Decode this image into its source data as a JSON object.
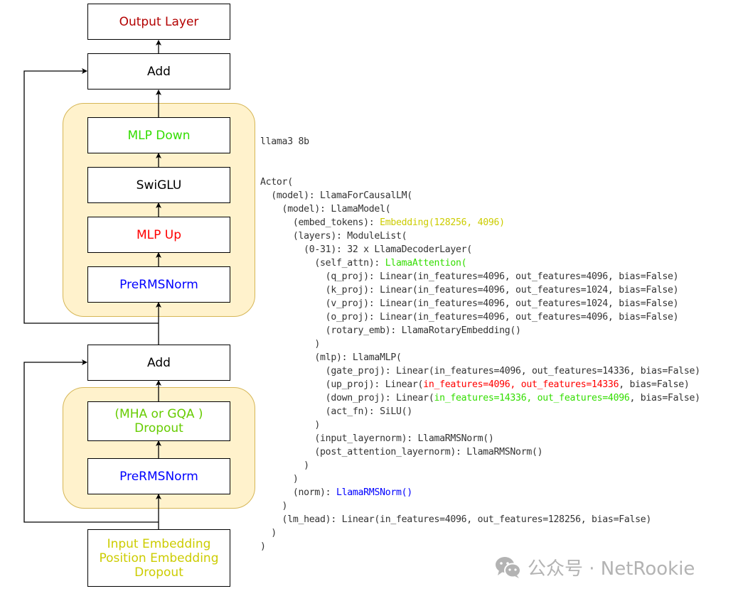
{
  "colors": {
    "red": "#b30000",
    "bright_red": "#ff0000",
    "green": "#33dd00",
    "blue": "#0000ff",
    "olive": "#cccc00",
    "mha_green": "#66cc00",
    "group_fill": "#fff2cc",
    "group_stroke": "#d6b656",
    "code_text": "#333333",
    "watermark": "#b3b3b3"
  },
  "diagram": {
    "output_layer": "Output Layer",
    "add_top": "Add",
    "mlp_down": "MLP Down",
    "swiglu": "SwiGLU",
    "mlp_up": "MLP Up",
    "prermsnorm_top": "PreRMSNorm",
    "add_bottom": "Add",
    "attention": "(MHA or GQA )\nDropout",
    "prermsnorm_bottom": "PreRMSNorm",
    "input_embedding": "Input Embedding\nPosition Embedding\nDropout"
  },
  "code": {
    "title": "llama3 8b",
    "lines": [
      [
        {
          "t": "Actor("
        }
      ],
      [
        {
          "t": "  (model): LlamaForCausalLM("
        }
      ],
      [
        {
          "t": "    (model): LlamaModel("
        }
      ],
      [
        {
          "t": "      (embed_tokens): "
        },
        {
          "t": "Embedding(128256, 4096)",
          "c": "olive"
        }
      ],
      [
        {
          "t": "      (layers): ModuleList("
        }
      ],
      [
        {
          "t": "        (0-31): 32 x LlamaDecoderLayer("
        }
      ],
      [
        {
          "t": "          (self_attn): "
        },
        {
          "t": "LlamaAttention(",
          "c": "green"
        }
      ],
      [
        {
          "t": "            (q_proj): Linear(in_features=4096, out_features=4096, bias=False)"
        }
      ],
      [
        {
          "t": "            (k_proj): Linear(in_features=4096, out_features=1024, bias=False)"
        }
      ],
      [
        {
          "t": "            (v_proj): Linear(in_features=4096, out_features=1024, bias=False)"
        }
      ],
      [
        {
          "t": "            (o_proj): Linear(in_features=4096, out_features=4096, bias=False)"
        }
      ],
      [
        {
          "t": "            (rotary_emb): LlamaRotaryEmbedding()"
        }
      ],
      [
        {
          "t": "          )"
        }
      ],
      [
        {
          "t": "          (mlp): LlamaMLP("
        }
      ],
      [
        {
          "t": "            (gate_proj): Linear(in_features=4096, out_features=14336, bias=False)"
        }
      ],
      [
        {
          "t": "            (up_proj): Linear("
        },
        {
          "t": "in_features=4096, out_features=14336",
          "c": "bright_red"
        },
        {
          "t": ", bias=False)"
        }
      ],
      [
        {
          "t": "            (down_proj): Linear("
        },
        {
          "t": "in_features=14336, out_features=4096",
          "c": "green"
        },
        {
          "t": ", bias=False)"
        }
      ],
      [
        {
          "t": "            (act_fn): SiLU()"
        }
      ],
      [
        {
          "t": "          )"
        }
      ],
      [
        {
          "t": "          (input_layernorm): LlamaRMSNorm()"
        }
      ],
      [
        {
          "t": "          (post_attention_layernorm): LlamaRMSNorm()"
        }
      ],
      [
        {
          "t": "        )"
        }
      ],
      [
        {
          "t": "      )"
        }
      ],
      [
        {
          "t": "      (norm): "
        },
        {
          "t": "LlamaRMSNorm()",
          "c": "blue"
        }
      ],
      [
        {
          "t": "    )"
        }
      ],
      [
        {
          "t": "    (lm_head): Linear(in_features=4096, out_features=128256, bias=False)"
        }
      ],
      [
        {
          "t": "  )"
        }
      ],
      [
        {
          "t": ")"
        }
      ]
    ]
  },
  "watermark": {
    "icon": "wechat-icon",
    "text": "公众号 · NetRookie"
  }
}
